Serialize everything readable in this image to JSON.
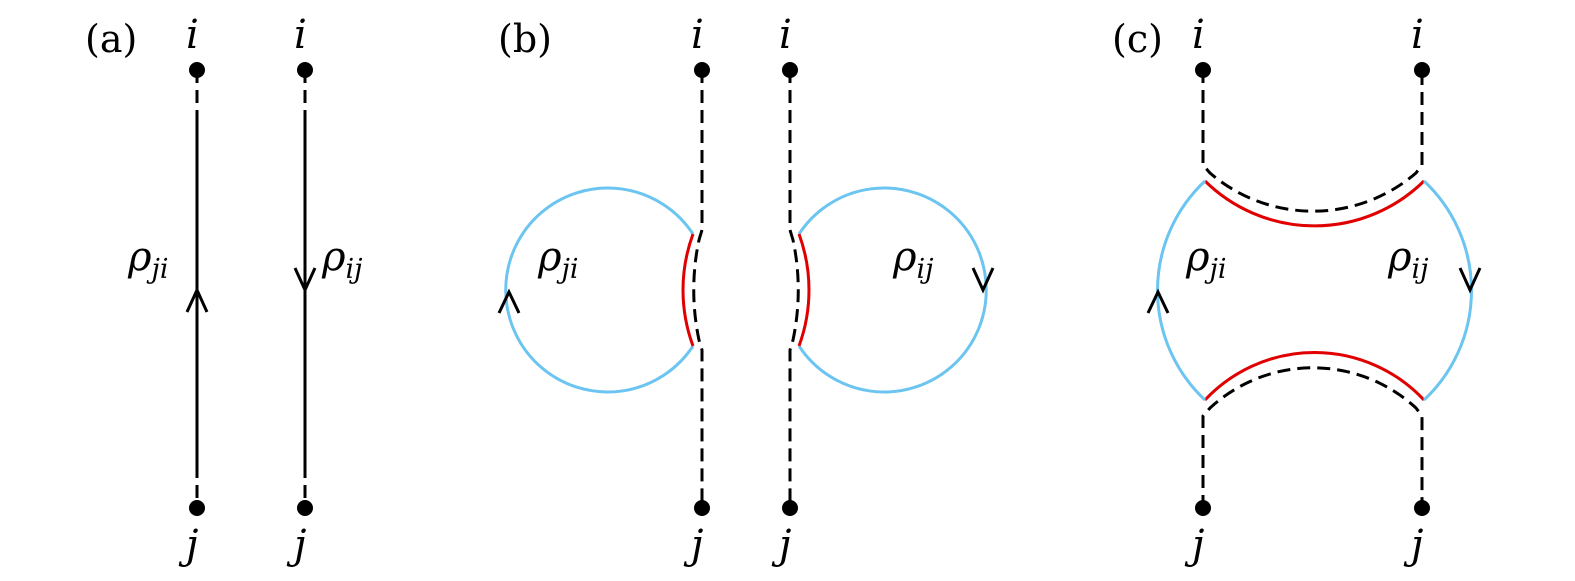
{
  "panels": [
    {
      "label": "(a)",
      "top": [
        "i",
        "i"
      ],
      "bottom": [
        "j",
        "j"
      ],
      "left_rho": {
        "symbol": "ρ",
        "sub": "ji"
      },
      "right_rho": {
        "symbol": "ρ",
        "sub": "ij"
      }
    },
    {
      "label": "(b)",
      "top": [
        "i",
        "i"
      ],
      "bottom": [
        "j",
        "j"
      ],
      "left_rho": {
        "symbol": "ρ",
        "sub": "ji"
      },
      "right_rho": {
        "symbol": "ρ",
        "sub": "ij"
      }
    },
    {
      "label": "(c)",
      "top": [
        "i",
        "i"
      ],
      "bottom": [
        "j",
        "j"
      ],
      "left_rho": {
        "symbol": "ρ",
        "sub": "ji"
      },
      "right_rho": {
        "symbol": "ρ",
        "sub": "ij"
      }
    }
  ],
  "colors": {
    "loop": "#6cc5f0",
    "highlight": "#e00000",
    "line": "#000000"
  }
}
